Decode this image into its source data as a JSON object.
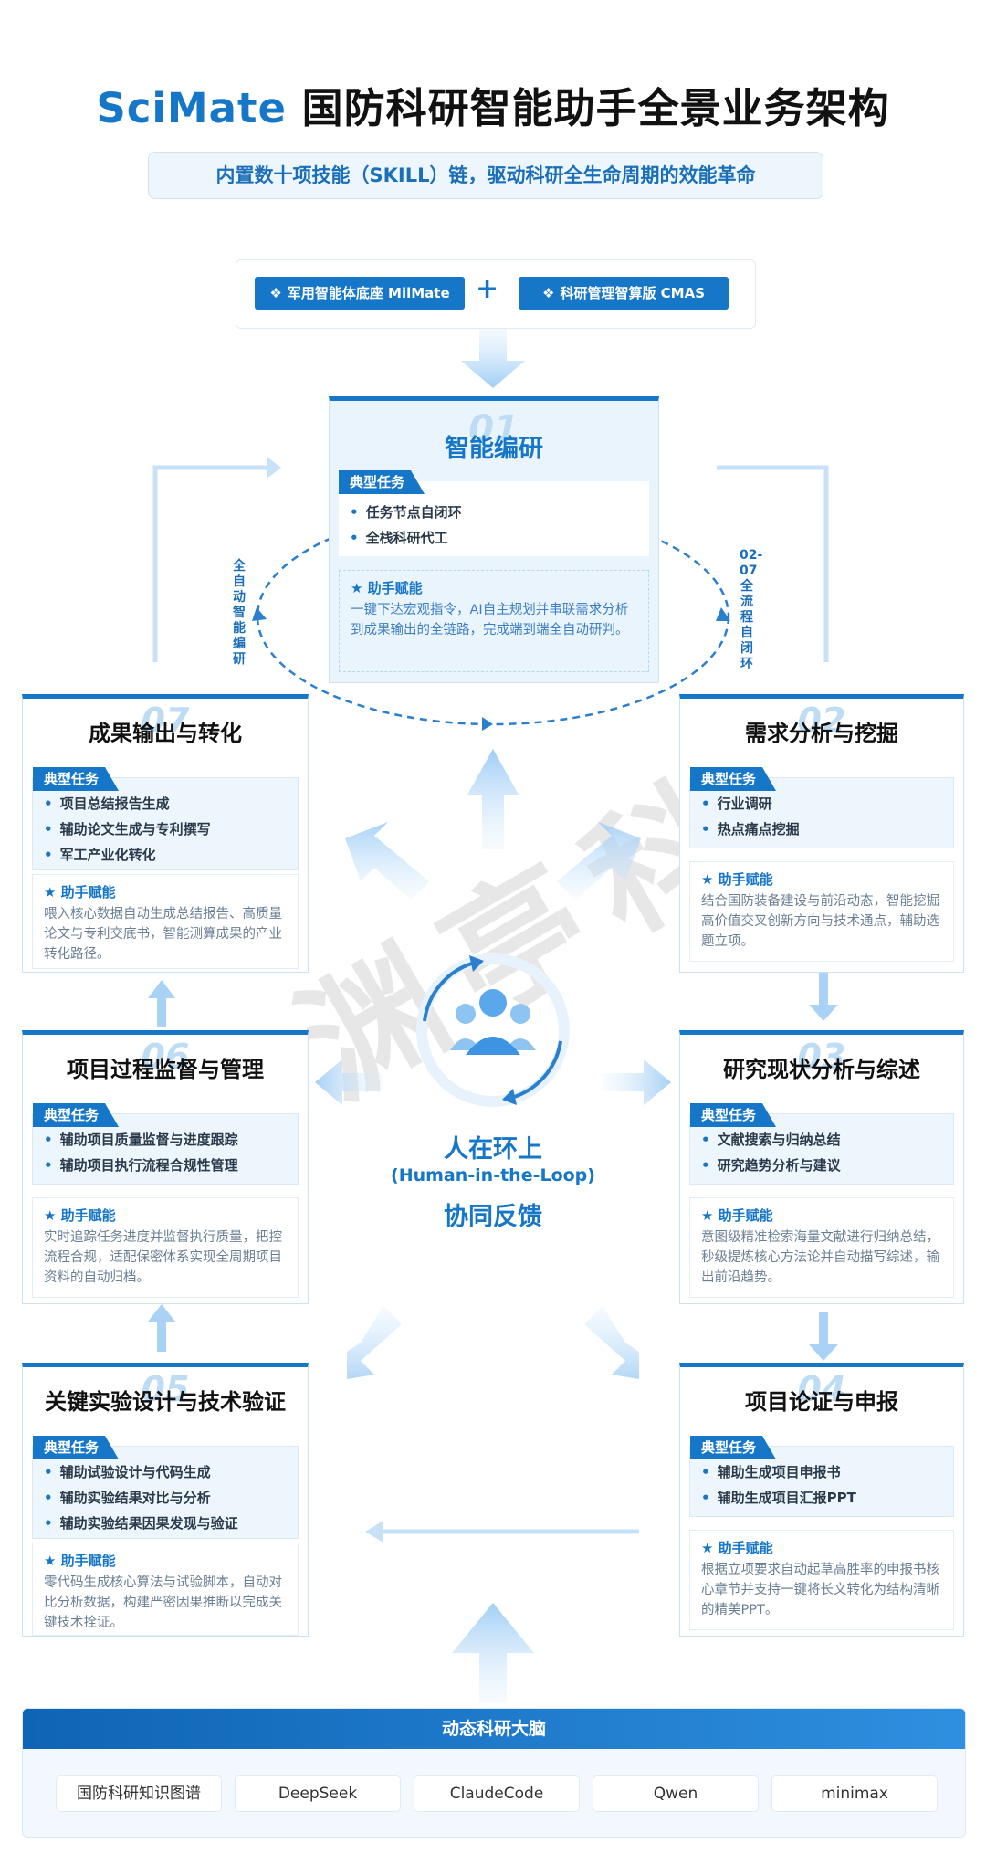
{
  "header": {
    "brand": "SciMate",
    "title": "国防科研智能助手全景业务架构",
    "subtitle": "内置数十项技能（SKILL）链，驱动科研全生命周期的效能革命"
  },
  "platform": {
    "left_label": "军用智能体底座 MilMate",
    "plus": "+",
    "right_label": "科研管理智算版 CMAS"
  },
  "labels": {
    "task_tag": "典型任务",
    "assist_title": "助手赋能",
    "left_loop": "全自动智能编研",
    "right_loop": "02-07全流程自闭环"
  },
  "center": {
    "line1": "人在环上",
    "line2": "(Human-in-the-Loop)",
    "line3": "协同反馈"
  },
  "cards": {
    "c01": {
      "num": "01",
      "title": "智能编研",
      "tasks": [
        "任务节点自闭环",
        "全栈科研代工"
      ],
      "assist": "一键下达宏观指令，AI自主规划并串联需求分析到成果输出的全链路，完成端到端全自动研判。"
    },
    "c02": {
      "num": "02",
      "title": "需求分析与挖掘",
      "tasks": [
        "行业调研",
        "热点痛点挖掘"
      ],
      "assist": "结合国防装备建设与前沿动态，智能挖掘高价值交叉创新方向与技术通点，辅助选题立项。"
    },
    "c03": {
      "num": "03",
      "title": "研究现状分析与综述",
      "tasks": [
        "文献搜索与归纳总结",
        "研究趋势分析与建议"
      ],
      "assist": "意图级精准检索海量文献进行归纳总结，秒级提炼核心方法论并自动描写综述，输出前沿趋势。"
    },
    "c04": {
      "num": "04",
      "title": "项目论证与申报",
      "tasks": [
        "辅助生成项目申报书",
        "辅助生成项目汇报PPT"
      ],
      "assist": "根据立项要求自动起草高胜率的申报书核心章节并支持一键将长文转化为结构清晰的精美PPT。"
    },
    "c05": {
      "num": "05",
      "title": "关键实验设计与技术验证",
      "tasks": [
        "辅助试验设计与代码生成",
        "辅助实验结果对比与分析",
        "辅助实验结果因果发现与验证"
      ],
      "assist": "零代码生成核心算法与试验脚本，自动对比分析数据，构建严密因果推断以完成关键技术拴证。"
    },
    "c06": {
      "num": "06",
      "title": "项目过程监督与管理",
      "tasks": [
        "辅助项目质量监督与进度跟踪",
        "辅助项目执行流程合规性管理"
      ],
      "assist": "实时追踪任务进度并监督执行质量，把控流程合规，适配保密体系实现全周期项目资料的自动归档。"
    },
    "c07": {
      "num": "07",
      "title": "成果输出与转化",
      "tasks": [
        "项目总结报告生成",
        "辅助论文生成与专利撰写",
        "军工产业化转化"
      ],
      "assist": "喂入核心数据自动生成总结报告、高质量论文与专利交底书，智能测算成果的产业转化路径。"
    }
  },
  "brain": {
    "title": "动态科研大脑",
    "models": [
      "国防科研知识图谱",
      "DeepSeek",
      "ClaudeCode",
      "Qwen",
      "minimax"
    ]
  },
  "watermark": "渊亭科技",
  "colors": {
    "primary": "#1677c8",
    "light": "#eaf4fd",
    "arrow": "#a9d2f6"
  }
}
